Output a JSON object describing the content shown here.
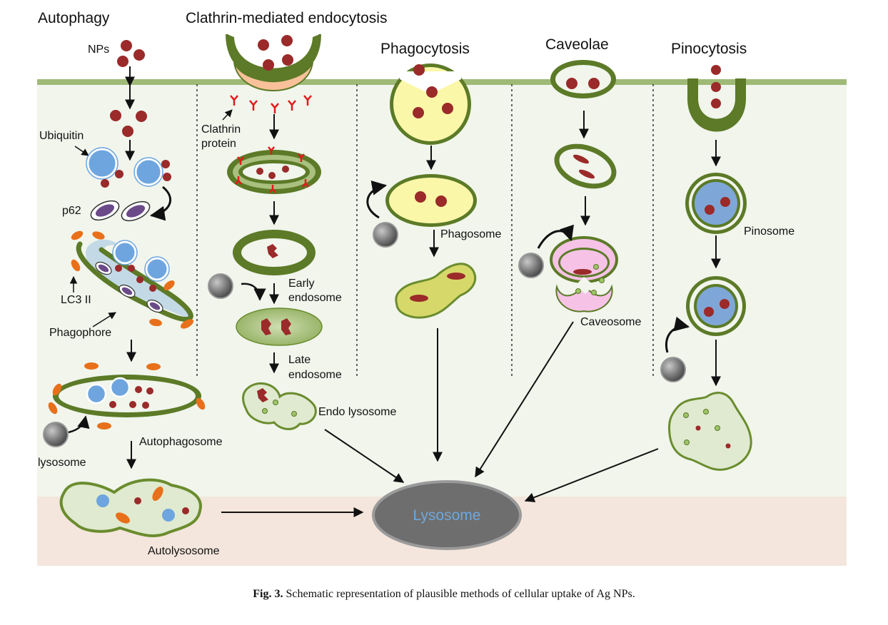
{
  "headings": {
    "autophagy": "Autophagy",
    "clathrin": "Clathrin-mediated endocytosis",
    "phagocytosis": "Phagocytosis",
    "caveolae": "Caveolae",
    "pinocytosis": "Pinocytosis"
  },
  "labels": {
    "nps": "NPs",
    "ubiquitin": "Ubiquitin",
    "p62": "p62",
    "lc3": "LC3 II",
    "phagophore": "Phagophore",
    "lysosome_small": "lysosome",
    "autophagosome": "Autophagosome",
    "autolysosome": "Autolysosome",
    "clathrin_1": "Clathrin",
    "clathrin_2": "protein",
    "early_1": "Early",
    "early_2": "endosome",
    "late_1": "Late",
    "late_2": "endosome",
    "endo_lysosome": "Endo lysosome",
    "phagosome": "Phagosome",
    "caveosome": "Caveosome",
    "pinosome": "Pinosome",
    "lysosome_center": "Lysosome"
  },
  "caption": {
    "prefix": "Fig. 3.",
    "text": "Schematic representation of plausible methods of cellular uptake of Ag NPs."
  },
  "colors": {
    "membrane": "#9fba76",
    "cytoplasm": "#f1f5ec",
    "bottom_band": "#f4e6dc",
    "vesicle_border": "#5c7a27",
    "np": "#9b2a2a",
    "lysosome": "#6e6e6e",
    "lysosome_text": "#6fa8dc",
    "phago_fill": "#fbf7a8",
    "caveosome_fill": "#f6c3e6",
    "ubiquitin": "#6ea5de",
    "lc3": "#e8701a",
    "clathrin": "#e11a1a",
    "clathrin_pit": "#f8c19a",
    "endosome_fill": "#a9c07e"
  }
}
